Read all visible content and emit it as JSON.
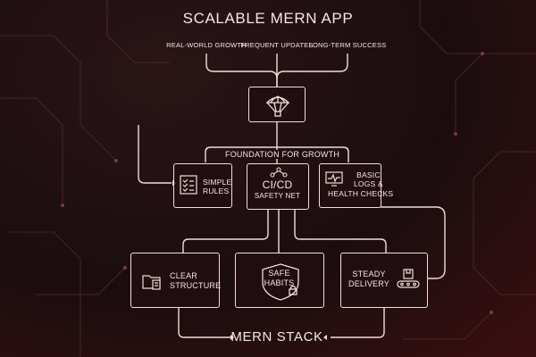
{
  "title": "SCALABLE MERN APP",
  "top_labels": [
    "REAL-WORLD GROWTH",
    "FREQUENT UPDATES",
    "LONG-TERM SUCCESS"
  ],
  "foundation": "FOUNDATION FOR GROWTH",
  "mid_nodes": [
    {
      "label_lines": [
        "SIMPLE",
        "RULES"
      ],
      "icon": "checklist-icon"
    },
    {
      "label_lines": [
        "CI/CD",
        "SAFETY NET"
      ],
      "icon": "shared-graph-icon"
    },
    {
      "label_lines": [
        "BASIC",
        "LOGS &",
        "HEALTH CHECKS"
      ],
      "icon": "monitor-pulse-icon"
    }
  ],
  "bottom_nodes": [
    {
      "label_lines": [
        "CLEAR",
        "STRUCTURE"
      ],
      "icon": "folder-icon"
    },
    {
      "label_lines": [
        "SAFE",
        "HABITS"
      ],
      "icon": "shield-icon"
    },
    {
      "label_lines": [
        "STEADY",
        "DELIVERY"
      ],
      "icon": "conveyor-icon"
    }
  ],
  "footer": "MERN STACK",
  "top_icon": "parachute-icon",
  "colors": {
    "background": "#1b0d0f",
    "line": "#f1ded7",
    "accent": "#f4e8e3"
  }
}
